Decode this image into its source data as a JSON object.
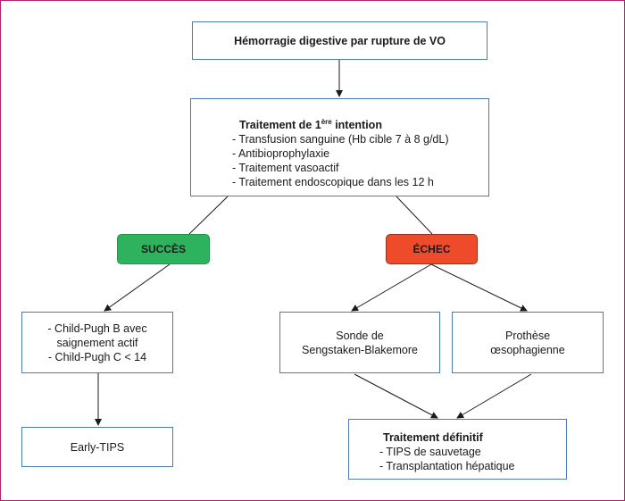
{
  "top_box": {
    "text": "Hémorragie digestive par rupture de VO"
  },
  "first_line": {
    "title_pre": "Traitement de 1",
    "title_sup": "ère",
    "title_post": " intention",
    "items": [
      "- Transfusion sanguine (Hb cible 7 à 8 g/dL)",
      "- Antibioprophylaxie",
      "- Traitement vasoactif",
      "- Traitement endoscopique dans les 12 h"
    ]
  },
  "success": {
    "label": "SUCCÈS",
    "color": "#2db35d"
  },
  "failure": {
    "label": "ÉCHEC",
    "color": "#ee4b2b"
  },
  "child_pugh": {
    "lines": [
      "- Child-Pugh B avec",
      "saignement actif",
      "- Child-Pugh C < 14"
    ]
  },
  "early_tips": {
    "text": "Early-TIPS"
  },
  "sonde": {
    "lines": [
      "Sonde de",
      "Sengstaken-Blakemore"
    ]
  },
  "prothese": {
    "lines": [
      "Prothèse",
      "œsophagienne"
    ]
  },
  "definitif": {
    "title": "Traitement définitif",
    "items": [
      "- TIPS de sauvetage",
      "- Transplantation hépatique"
    ]
  },
  "colors": {
    "border": "#4a7bb5",
    "frame": "#b0226a"
  }
}
